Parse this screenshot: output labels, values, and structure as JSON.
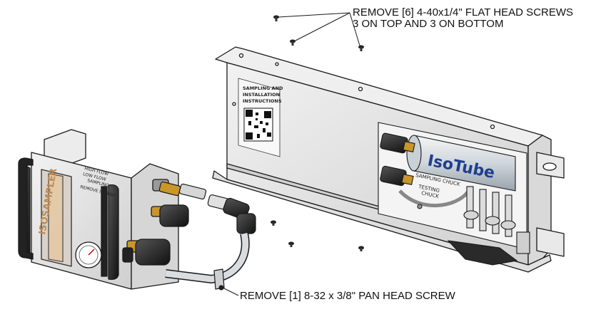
{
  "callouts": {
    "top_line1": "REMOVE [6] 4-40x1/4\" FLAT HEAD SCREWS",
    "top_line2": "3 ON TOP AND 3 ON BOTTOM",
    "bottom": "REMOVE [1] 8-32 x 3/8\" PAN HEAD SCREW"
  },
  "panel_labels": {
    "instructions_title_1": "SAMPLING AND",
    "instructions_title_2": "INSTALLATION",
    "instructions_title_3": "INSTRUCTIONS",
    "logo": "IsoTube",
    "sampling_chuck": "SAMPLING CHUCK",
    "testing_chuck_1": "TESTING",
    "testing_chuck_2": "CHUCK"
  },
  "sampler_labels": {
    "brand": "ISOSAMPLER",
    "high_flow": "HIGH FLOW",
    "low_flow": "LOW FLOW",
    "sampling": "SAMPLING",
    "remove_isotube": "REMOVE IsoTube"
  },
  "colors": {
    "line": "#1a1a1a",
    "metal": "#e4e4e4",
    "metal_dark": "#bdbdbd",
    "brass": "#c9962a",
    "logo_blue": "#1f3f8f"
  }
}
